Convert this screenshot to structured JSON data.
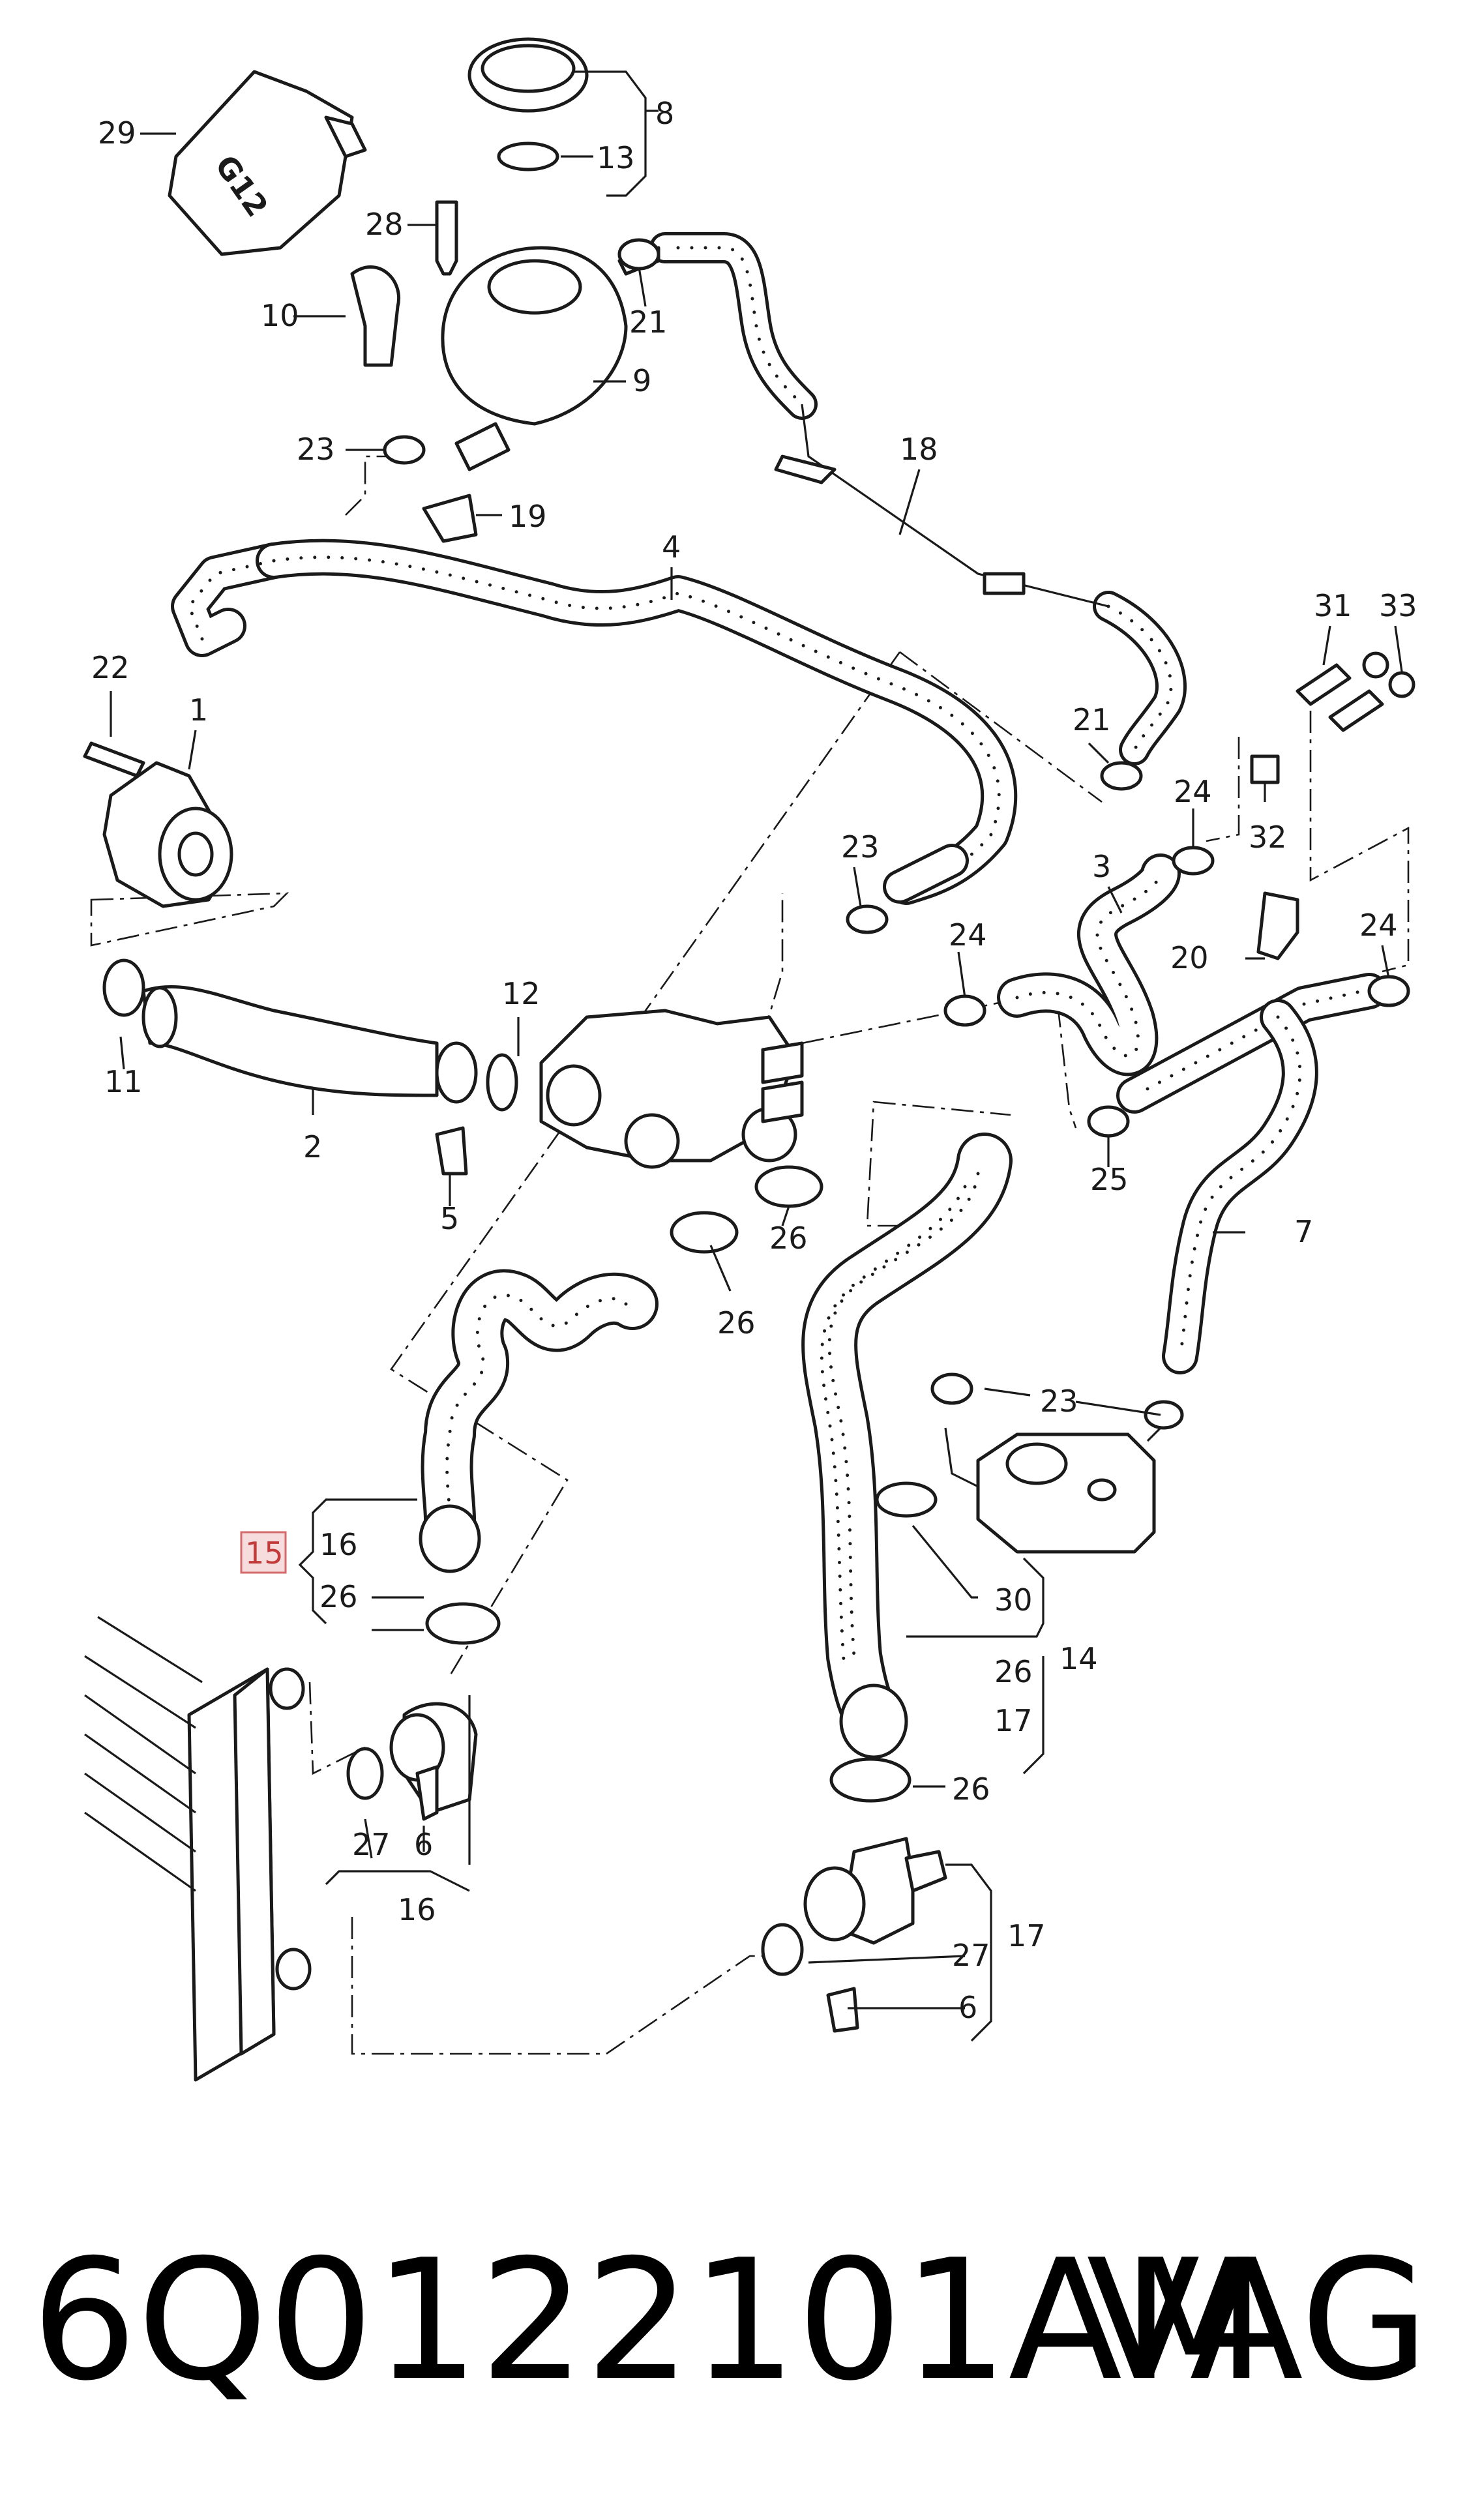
{
  "diagram": {
    "callouts": [
      {
        "id": "c29",
        "text": "29"
      },
      {
        "id": "c8",
        "text": "8"
      },
      {
        "id": "c13",
        "text": "13"
      },
      {
        "id": "c28",
        "text": "28"
      },
      {
        "id": "c10",
        "text": "10"
      },
      {
        "id": "c21a",
        "text": "21"
      },
      {
        "id": "c9",
        "text": "9"
      },
      {
        "id": "c23a",
        "text": "23"
      },
      {
        "id": "c19",
        "text": "19"
      },
      {
        "id": "c18",
        "text": "18"
      },
      {
        "id": "c4",
        "text": "4"
      },
      {
        "id": "c31",
        "text": "31"
      },
      {
        "id": "c33",
        "text": "33"
      },
      {
        "id": "c22",
        "text": "22"
      },
      {
        "id": "c1",
        "text": "1"
      },
      {
        "id": "c21b",
        "text": "21"
      },
      {
        "id": "c24a",
        "text": "24"
      },
      {
        "id": "c32",
        "text": "32"
      },
      {
        "id": "c23b",
        "text": "23"
      },
      {
        "id": "c3",
        "text": "3"
      },
      {
        "id": "c24b",
        "text": "24"
      },
      {
        "id": "c20",
        "text": "20"
      },
      {
        "id": "c24c",
        "text": "24"
      },
      {
        "id": "c12",
        "text": "12"
      },
      {
        "id": "c11",
        "text": "11"
      },
      {
        "id": "c2",
        "text": "2"
      },
      {
        "id": "c5",
        "text": "5"
      },
      {
        "id": "c25",
        "text": "25"
      },
      {
        "id": "c7",
        "text": "7"
      },
      {
        "id": "c26a",
        "text": "26"
      },
      {
        "id": "c26b",
        "text": "26"
      },
      {
        "id": "c23c",
        "text": "23"
      },
      {
        "id": "c16a",
        "text": "16"
      },
      {
        "id": "c26c",
        "text": "26"
      },
      {
        "id": "c30",
        "text": "30"
      },
      {
        "id": "c14",
        "text": "14"
      },
      {
        "id": "c26d",
        "text": "26"
      },
      {
        "id": "c17a",
        "text": "17"
      },
      {
        "id": "c26e",
        "text": "26"
      },
      {
        "id": "c27a",
        "text": "27"
      },
      {
        "id": "c6a",
        "text": "6"
      },
      {
        "id": "c16b",
        "text": "16"
      },
      {
        "id": "c17b",
        "text": "17"
      },
      {
        "id": "c27b",
        "text": "27"
      },
      {
        "id": "c6b",
        "text": "6"
      }
    ],
    "highlight": {
      "text": "15",
      "color": "#c23b3b",
      "fill": "#f6dcdc"
    },
    "reservoir_cap_text": "G12"
  },
  "footer": {
    "part_number": "6Q0122101AM",
    "brand": "VAG"
  },
  "colors": {
    "ink": "#1a1a1a",
    "highlight": "#c23b3b",
    "background": "#ffffff"
  }
}
